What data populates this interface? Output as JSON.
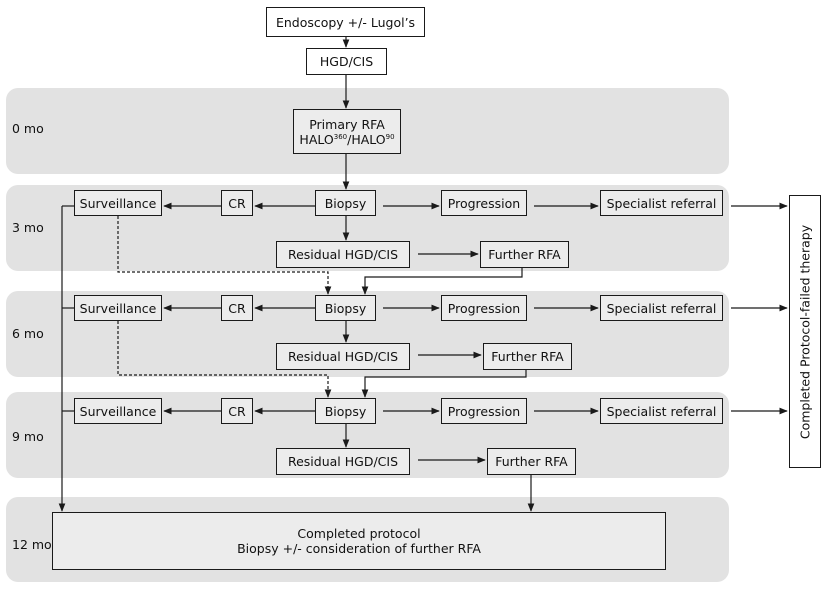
{
  "start": {
    "endoscopy": "Endoscopy +/- Lugol’s",
    "hgd": "HGD/CIS"
  },
  "rows": {
    "r0": {
      "month": "0 mo",
      "primary_line1": "Primary RFA",
      "halo_a": "HALO",
      "halo_a_sup": "360",
      "halo_b": "/HALO",
      "halo_b_sup": "90"
    },
    "r3": {
      "month": "3 mo",
      "surveillance": "Surveillance",
      "cr": "CR",
      "biopsy": "Biopsy",
      "progression": "Progression",
      "specialist": "Specialist referral",
      "residual": "Residual HGD/CIS",
      "further": "Further RFA"
    },
    "r6": {
      "month": "6 mo",
      "surveillance": "Surveillance",
      "cr": "CR",
      "biopsy": "Biopsy",
      "progression": "Progression",
      "specialist": "Specialist referral",
      "residual": "Residual HGD/CIS",
      "further": "Further RFA"
    },
    "r9": {
      "month": "9 mo",
      "surveillance": "Surveillance",
      "cr": "CR",
      "biopsy": "Biopsy",
      "progression": "Progression",
      "specialist": "Specialist referral",
      "residual": "Residual HGD/CIS",
      "further": "Further RFA"
    },
    "r12": {
      "month": "12 mo",
      "line1": "Completed protocol",
      "line2": "Biopsy +/- consideration of further RFA"
    }
  },
  "failed": "Completed Protocol-failed therapy",
  "colors": {
    "band": "#e2e2e2",
    "box_fill": "#ececec",
    "stroke": "#1a1a1a"
  }
}
